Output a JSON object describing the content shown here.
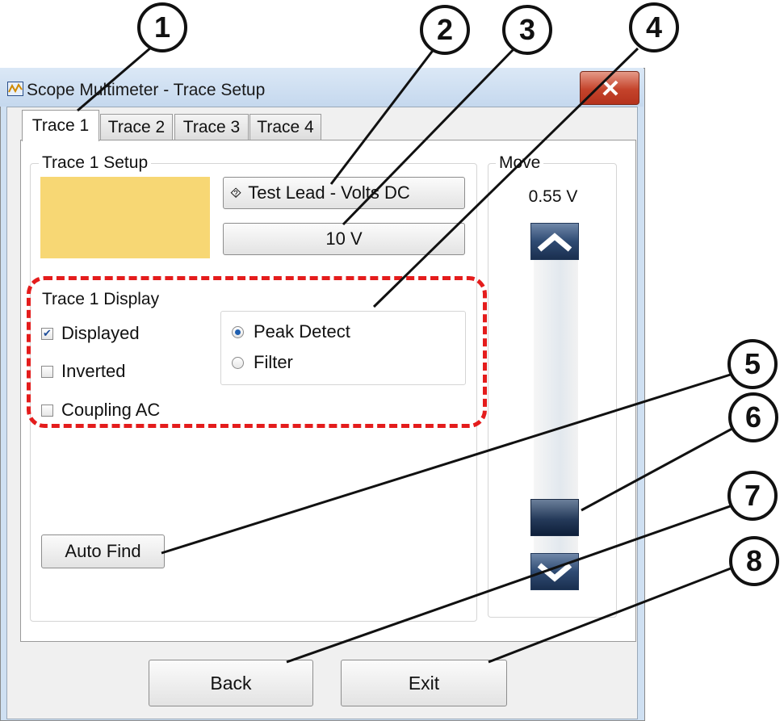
{
  "window": {
    "title": "Scope Multimeter - Trace Setup"
  },
  "tabs": [
    {
      "label": "Trace 1",
      "selected": true
    },
    {
      "label": "Trace 2",
      "selected": false
    },
    {
      "label": "Trace 3",
      "selected": false
    },
    {
      "label": "Trace 4",
      "selected": false
    }
  ],
  "setup": {
    "label": "Trace 1 Setup",
    "trace_color": "#f7d774",
    "probe": "Test Lead - Volts DC",
    "probe_icon": "test-lead-icon",
    "range": "10 V"
  },
  "display": {
    "label": "Trace 1 Display",
    "options": [
      {
        "label": "Displayed",
        "checked": true
      },
      {
        "label": "Inverted",
        "checked": false
      },
      {
        "label": "Coupling AC",
        "checked": false
      }
    ],
    "modes": [
      {
        "label": "Peak Detect",
        "selected": true
      },
      {
        "label": "Filter",
        "selected": false
      }
    ]
  },
  "auto_find_label": "Auto Find",
  "move": {
    "label": "Move",
    "value": "0.55 V",
    "up_icon": "chevron-up-icon",
    "down_icon": "chevron-down-icon"
  },
  "footer": {
    "back_label": "Back",
    "exit_label": "Exit"
  },
  "callouts": [
    "1",
    "2",
    "3",
    "4",
    "5",
    "6",
    "7",
    "8"
  ],
  "colors": {
    "highlight": "#e41c1c",
    "close_button": "#c4432b",
    "arrow_button": "#2f4b73"
  }
}
